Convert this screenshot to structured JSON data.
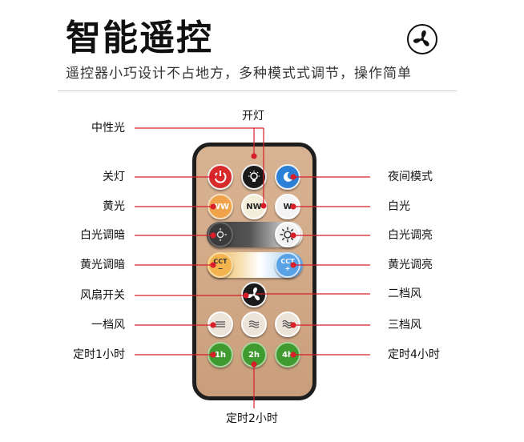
{
  "header": {
    "title": "智能遥控",
    "subtitle": "遥控器小巧设计不占地方，多种模式式调节，操作简单"
  },
  "buttons": {
    "nw": "NW",
    "ww": "WW",
    "w": "W",
    "cct_minus": "CCT\n−",
    "cct_plus": "CCT\n+",
    "t1": "1h",
    "t2": "2h",
    "t4": "4h"
  },
  "labels": {
    "neutral_light": "中性光",
    "light_on": "开灯",
    "light_off": "关灯",
    "night_mode": "夜间模式",
    "yellow_light": "黄光",
    "white_light": "白光",
    "white_dim": "白光调暗",
    "white_bright": "白光调亮",
    "yellow_dim": "黄光调暗",
    "yellow_bright": "黄光调亮",
    "fan_switch": "风扇开关",
    "fan_speed_2": "二档风",
    "fan_speed_1": "一档风",
    "fan_speed_3": "三档风",
    "timer_1h": "定时1小时",
    "timer_4h": "定时4小时",
    "timer_2h": "定时2小时"
  },
  "colors": {
    "accent_line": "#d81e28",
    "remote_body": "#d2aa88",
    "power_red": "#d82a2a",
    "night_blue": "#2c7fd6",
    "warm_orange": "#f0a24a",
    "timer_green": "#3f9a2f"
  }
}
